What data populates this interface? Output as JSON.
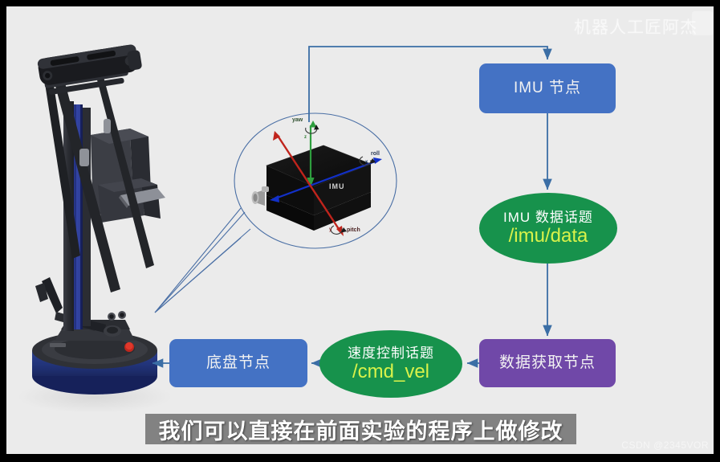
{
  "page": {
    "background_color": "#ebebeb",
    "watermark": "机器人工匠阿杰",
    "credit": "CSDN @2345VOR"
  },
  "subtitle": {
    "text": "我们可以直接在前面实验的程序上做修改"
  },
  "colors": {
    "node_blue": "#4472c4",
    "node_green": "#17924c",
    "node_purple": "#7048a8",
    "arrow_blue": "#3b6ea5",
    "topic_text_yellow": "#d9f24a",
    "callout_outline": "#4a6fa5"
  },
  "diagram": {
    "type": "ros-node-topic-flow",
    "nodes": [
      {
        "id": "imu_node",
        "label": "IMU 节点",
        "shape": "rounded-rect",
        "color": "#4472c4",
        "kind": "node"
      },
      {
        "id": "imu_topic",
        "label": "IMU 数据话题",
        "topic": "/imu/data",
        "shape": "ellipse",
        "color": "#17924c",
        "kind": "topic"
      },
      {
        "id": "acquire_node",
        "label": "数据获取节点",
        "shape": "rounded-rect",
        "color": "#7048a8",
        "kind": "node"
      },
      {
        "id": "cmdvel_topic",
        "label": "速度控制话题",
        "topic": "/cmd_vel",
        "shape": "ellipse",
        "color": "#17924c",
        "kind": "topic"
      },
      {
        "id": "chassis_node",
        "label": "底盘节点",
        "shape": "rounded-rect",
        "color": "#4472c4",
        "kind": "node"
      }
    ],
    "edges": [
      {
        "from": "robot_imu_sensor",
        "to": "imu_node",
        "style": "orthogonal-down"
      },
      {
        "from": "imu_node",
        "to": "imu_topic",
        "style": "vertical-down"
      },
      {
        "from": "imu_topic",
        "to": "acquire_node",
        "style": "vertical-down"
      },
      {
        "from": "acquire_node",
        "to": "cmdvel_topic",
        "style": "horizontal-left"
      },
      {
        "from": "cmdvel_topic",
        "to": "chassis_node",
        "style": "horizontal-left"
      },
      {
        "from": "chassis_node",
        "to": "robot_base",
        "style": "horizontal-left"
      }
    ]
  },
  "callout": {
    "device_label": "IMU",
    "axes": [
      {
        "name": "yaw",
        "axis": "z",
        "color": "#2e7d32"
      },
      {
        "name": "roll",
        "axis": "x",
        "color": "#24406b"
      },
      {
        "name": "pitch",
        "axis": "y",
        "color": "#8c2b2b"
      }
    ]
  },
  "robot": {
    "description": "mobile-robot-photo",
    "base_color": "#23357a",
    "body_color": "#3a3a3e"
  }
}
